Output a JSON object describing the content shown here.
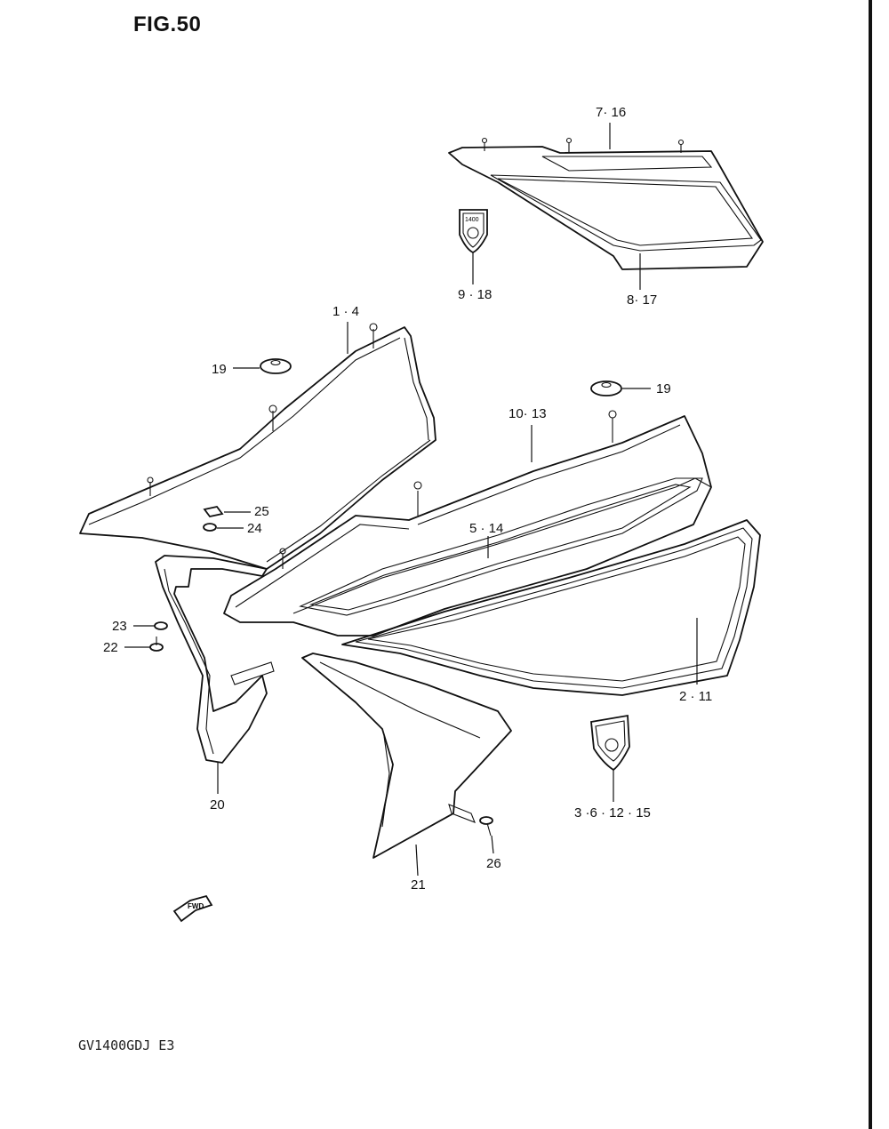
{
  "figure": {
    "title": "FIG.50",
    "model_code": "GV1400GDJ E3"
  },
  "labels": {
    "l_7_16": "7· 16",
    "l_8_17": "8· 17",
    "l_9_18": "9 · 18",
    "l_1_4": "1 · 4",
    "l_19a": "19",
    "l_19b": "19",
    "l_10_13": "10· 13",
    "l_25": "25",
    "l_24": "24",
    "l_5_14": "5 · 14",
    "l_23": "23",
    "l_22": "22",
    "l_2_11": "2 · 11",
    "l_20": "20",
    "l_3_6_12_15": "3 ·6 · 12 · 15",
    "l_26": "26",
    "l_21": "21"
  },
  "emblem": {
    "text": "1400"
  },
  "fwd_arrow": {
    "text": "FWD"
  }
}
